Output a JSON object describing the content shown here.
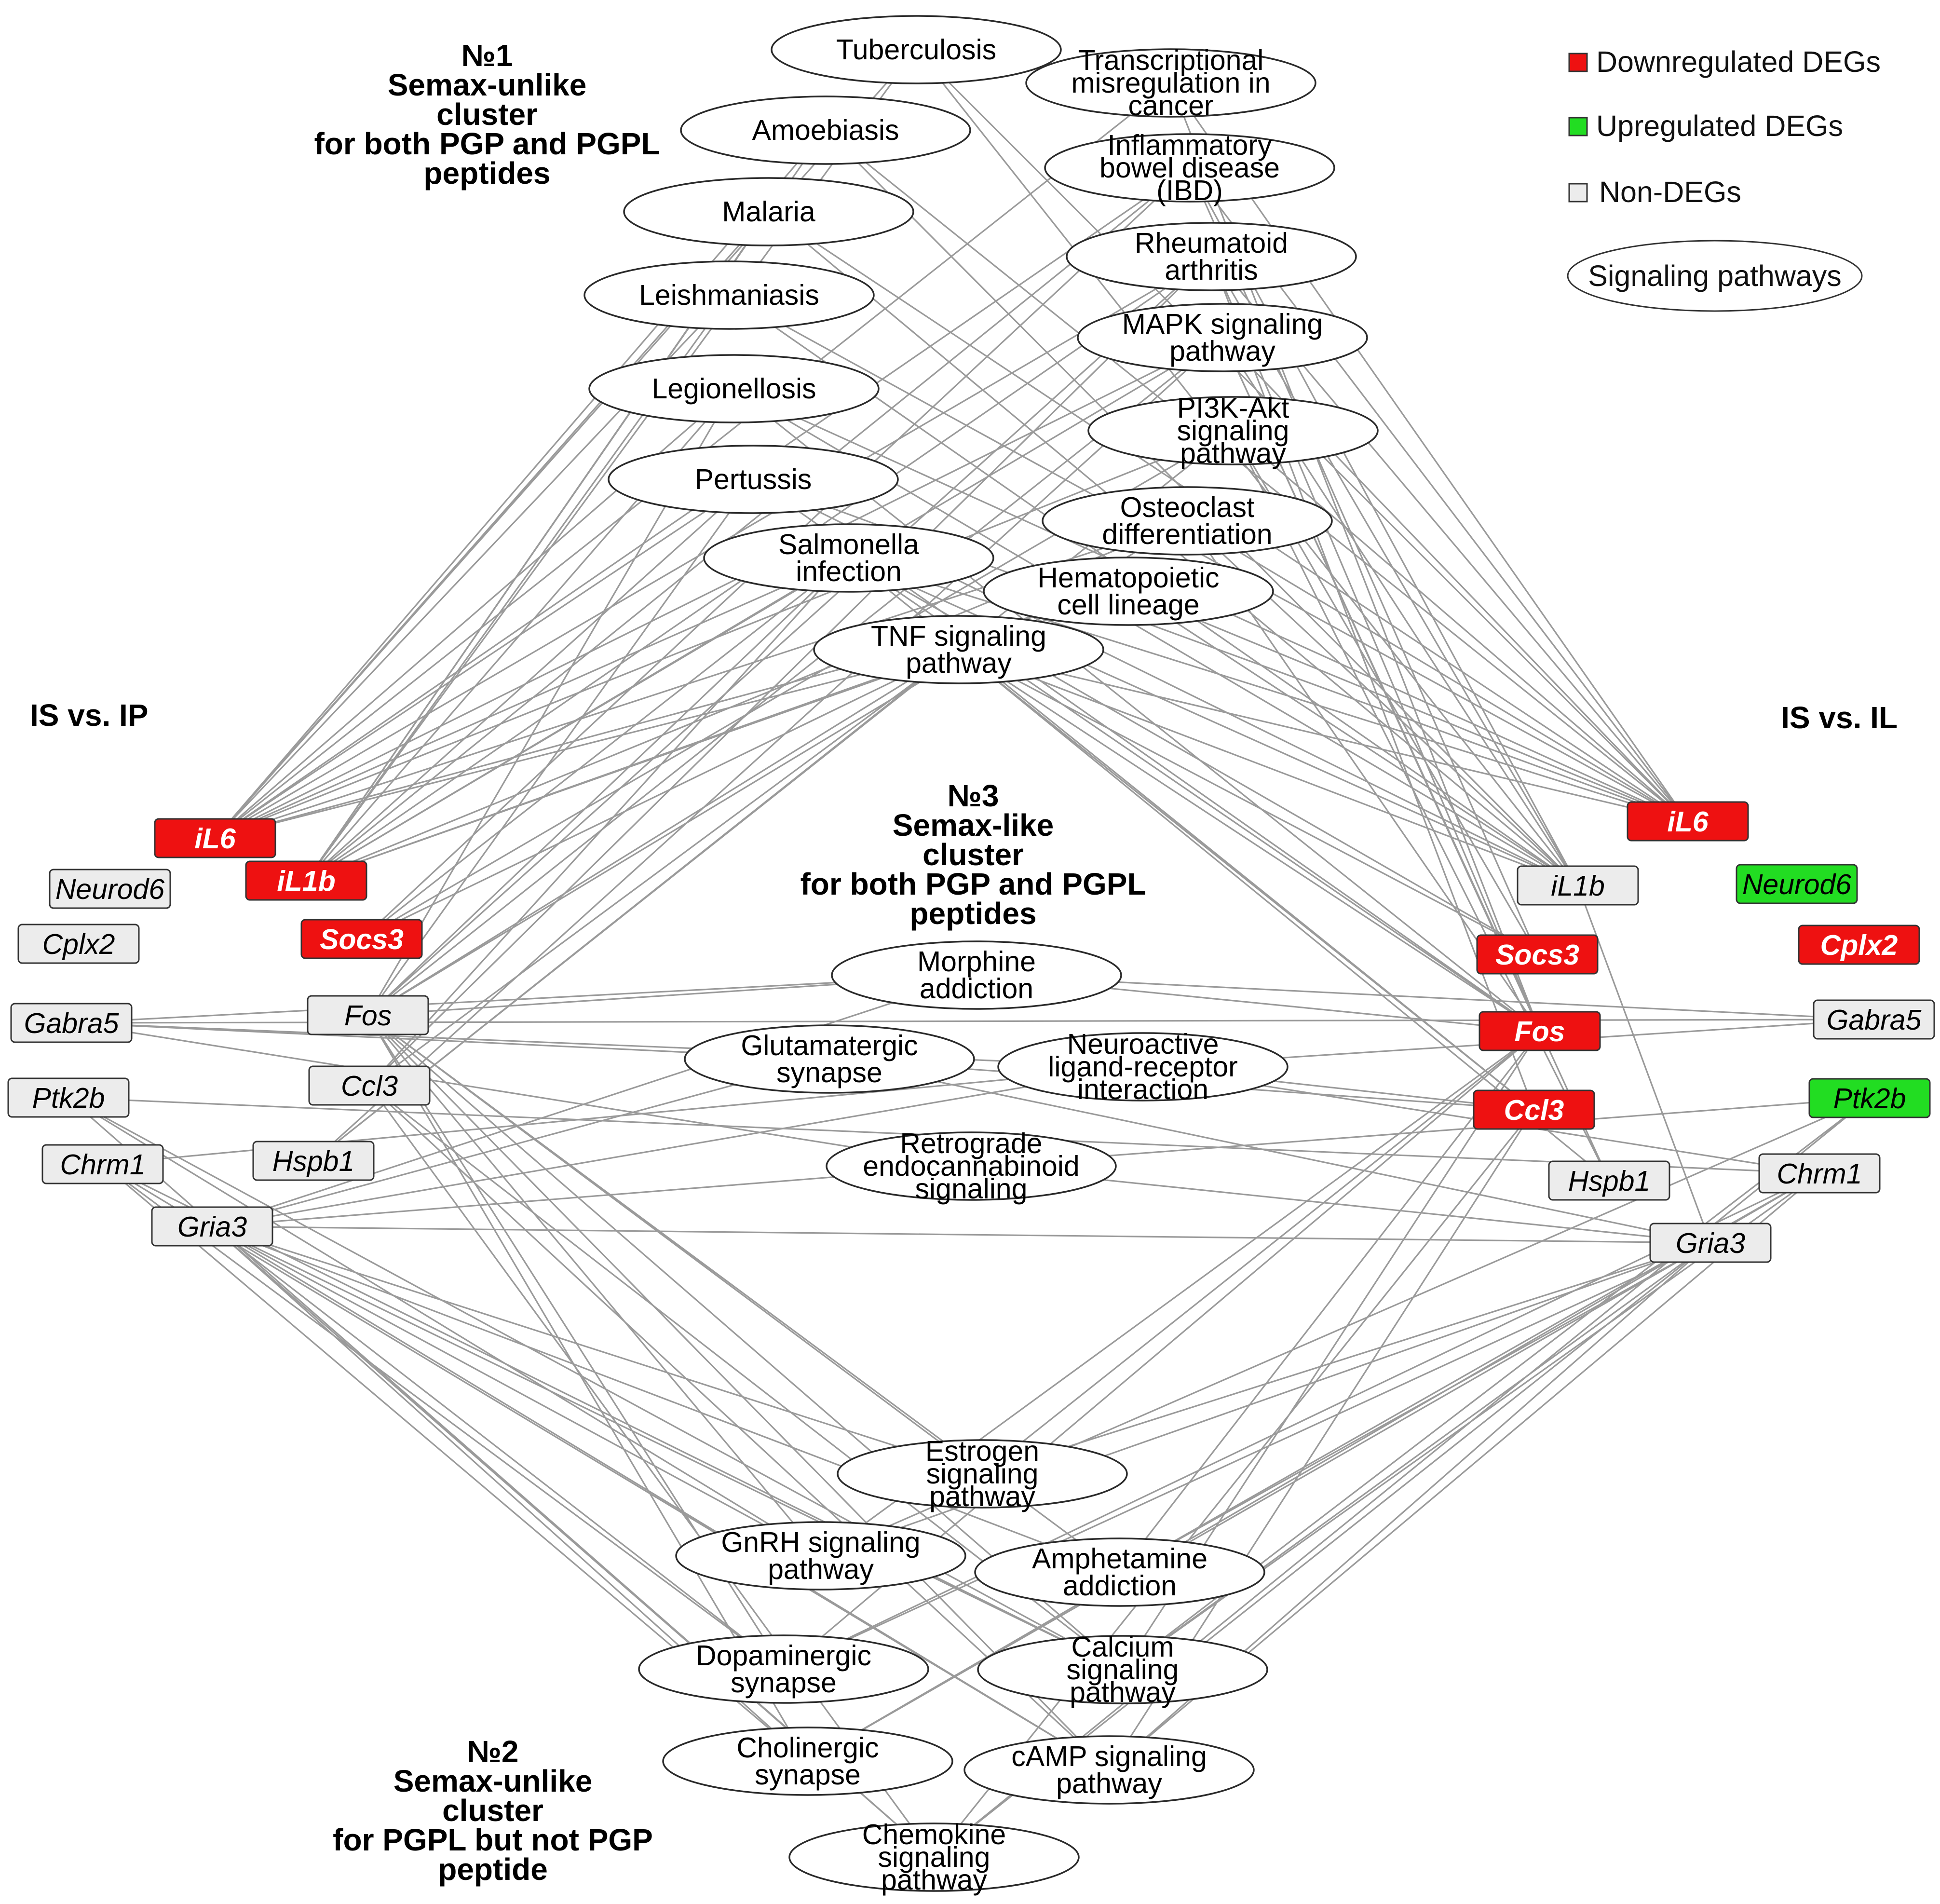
{
  "colors": {
    "down": "#ee1111",
    "up": "#22dd22",
    "non": "#ececec",
    "edge": "#9a9a9a"
  },
  "side_titles": {
    "left": "IS vs. IP",
    "right": "IS vs. IL"
  },
  "clusters": [
    {
      "id": "c1",
      "lines": [
        "№1",
        "Semax-unlike",
        "cluster",
        "for both PGP and PGPL",
        "peptides"
      ]
    },
    {
      "id": "c3",
      "lines": [
        "№3",
        "Semax-like",
        "cluster",
        "for both PGP and PGPL",
        "peptides"
      ]
    },
    {
      "id": "c2",
      "lines": [
        "№2",
        "Semax-unlike",
        "cluster",
        "for PGPL but not PGP",
        "peptide"
      ]
    }
  ],
  "legend": {
    "down": "Downregulated DEGs",
    "up": "Upregulated DEGs",
    "non": "Non-DEGs",
    "pathway": "Signaling pathways"
  },
  "pathways": [
    {
      "id": "tb",
      "lines": [
        "Tuberculosis"
      ]
    },
    {
      "id": "tmc",
      "lines": [
        "Transcriptional",
        "misregulation in",
        "cancer"
      ]
    },
    {
      "id": "amo",
      "lines": [
        "Amoebiasis"
      ]
    },
    {
      "id": "ibd",
      "lines": [
        "Inflammatory",
        "bowel disease",
        "(IBD)"
      ]
    },
    {
      "id": "mal",
      "lines": [
        "Malaria"
      ]
    },
    {
      "id": "ra",
      "lines": [
        "Rheumatoid",
        "arthritis"
      ]
    },
    {
      "id": "lei",
      "lines": [
        "Leishmaniasis"
      ]
    },
    {
      "id": "mapk",
      "lines": [
        "MAPK signaling",
        "pathway"
      ]
    },
    {
      "id": "leg",
      "lines": [
        "Legionellosis"
      ]
    },
    {
      "id": "pi3k",
      "lines": [
        "PI3K-Akt",
        "signaling",
        "pathway"
      ]
    },
    {
      "id": "per",
      "lines": [
        "Pertussis"
      ]
    },
    {
      "id": "ost",
      "lines": [
        "Osteoclast",
        "differentiation"
      ]
    },
    {
      "id": "sal",
      "lines": [
        "Salmonella",
        "infection"
      ]
    },
    {
      "id": "hem",
      "lines": [
        "Hematopoietic",
        "cell lineage"
      ]
    },
    {
      "id": "tnf",
      "lines": [
        "TNF signaling",
        "pathway"
      ]
    },
    {
      "id": "mor",
      "lines": [
        "Morphine",
        "addiction"
      ]
    },
    {
      "id": "glu",
      "lines": [
        "Glutamatergic",
        "synapse"
      ]
    },
    {
      "id": "neu",
      "lines": [
        "Neuroactive",
        "ligand-receptor",
        "interaction"
      ]
    },
    {
      "id": "ret",
      "lines": [
        "Retrograde",
        "endocannabinoid",
        "signaling"
      ]
    },
    {
      "id": "est",
      "lines": [
        "Estrogen",
        "signaling",
        "pathway"
      ]
    },
    {
      "id": "gnrh",
      "lines": [
        "GnRH signaling",
        "pathway"
      ]
    },
    {
      "id": "amp",
      "lines": [
        "Amphetamine",
        "addiction"
      ]
    },
    {
      "id": "dop",
      "lines": [
        "Dopaminergic",
        "synapse"
      ]
    },
    {
      "id": "cal",
      "lines": [
        "Calcium",
        "signaling",
        "pathway"
      ]
    },
    {
      "id": "cho",
      "lines": [
        "Cholinergic",
        "synapse"
      ]
    },
    {
      "id": "camp",
      "lines": [
        "cAMP signaling",
        "pathway"
      ]
    },
    {
      "id": "che",
      "lines": [
        "Chemokine",
        "signaling",
        "pathway"
      ]
    }
  ],
  "genes": [
    {
      "id": "L_il6",
      "label": "iL6",
      "status": "down"
    },
    {
      "id": "L_il1b",
      "label": "iL1b",
      "status": "down"
    },
    {
      "id": "L_neurod6",
      "label": "Neurod6",
      "status": "non"
    },
    {
      "id": "L_cplx2",
      "label": "Cplx2",
      "status": "non"
    },
    {
      "id": "L_socs3",
      "label": "Socs3",
      "status": "down"
    },
    {
      "id": "L_gabra5",
      "label": "Gabra5",
      "status": "non"
    },
    {
      "id": "L_fos",
      "label": "Fos",
      "status": "non"
    },
    {
      "id": "L_ccl3",
      "label": "Ccl3",
      "status": "non"
    },
    {
      "id": "L_ptk2b",
      "label": "Ptk2b",
      "status": "non"
    },
    {
      "id": "L_chrm1",
      "label": "Chrm1",
      "status": "non"
    },
    {
      "id": "L_hspb1",
      "label": "Hspb1",
      "status": "non"
    },
    {
      "id": "L_gria3",
      "label": "Gria3",
      "status": "non"
    },
    {
      "id": "R_il6",
      "label": "iL6",
      "status": "down"
    },
    {
      "id": "R_il1b",
      "label": "iL1b",
      "status": "non"
    },
    {
      "id": "R_neurod6",
      "label": "Neurod6",
      "status": "up"
    },
    {
      "id": "R_socs3",
      "label": "Socs3",
      "status": "down"
    },
    {
      "id": "R_cplx2",
      "label": "Cplx2",
      "status": "down"
    },
    {
      "id": "R_fos",
      "label": "Fos",
      "status": "down"
    },
    {
      "id": "R_gabra5",
      "label": "Gabra5",
      "status": "non"
    },
    {
      "id": "R_ccl3",
      "label": "Ccl3",
      "status": "down"
    },
    {
      "id": "R_ptk2b",
      "label": "Ptk2b",
      "status": "up"
    },
    {
      "id": "R_hspb1",
      "label": "Hspb1",
      "status": "non"
    },
    {
      "id": "R_chrm1",
      "label": "Chrm1",
      "status": "non"
    },
    {
      "id": "R_gria3",
      "label": "Gria3",
      "status": "non"
    }
  ],
  "edges": [
    [
      "L_il6",
      "tb"
    ],
    [
      "L_il6",
      "amo"
    ],
    [
      "L_il6",
      "mal"
    ],
    [
      "L_il6",
      "lei"
    ],
    [
      "L_il6",
      "leg"
    ],
    [
      "L_il6",
      "per"
    ],
    [
      "L_il6",
      "sal"
    ],
    [
      "L_il6",
      "tnf"
    ],
    [
      "L_il6",
      "tmc"
    ],
    [
      "L_il6",
      "ibd"
    ],
    [
      "L_il6",
      "ra"
    ],
    [
      "L_il6",
      "mapk"
    ],
    [
      "L_il6",
      "pi3k"
    ],
    [
      "L_il6",
      "ost"
    ],
    [
      "L_il6",
      "hem"
    ],
    [
      "L_il1b",
      "tb"
    ],
    [
      "L_il1b",
      "amo"
    ],
    [
      "L_il1b",
      "mal"
    ],
    [
      "L_il1b",
      "lei"
    ],
    [
      "L_il1b",
      "leg"
    ],
    [
      "L_il1b",
      "per"
    ],
    [
      "L_il1b",
      "sal"
    ],
    [
      "L_il1b",
      "tnf"
    ],
    [
      "L_il1b",
      "ibd"
    ],
    [
      "L_il1b",
      "ra"
    ],
    [
      "L_il1b",
      "mapk"
    ],
    [
      "L_il1b",
      "ost"
    ],
    [
      "L_il1b",
      "hem"
    ],
    [
      "L_socs3",
      "tnf"
    ],
    [
      "L_socs3",
      "ibd"
    ],
    [
      "L_socs3",
      "pi3k"
    ],
    [
      "L_socs3",
      "sal"
    ],
    [
      "L_fos",
      "tnf"
    ],
    [
      "L_fos",
      "sal"
    ],
    [
      "L_fos",
      "ost"
    ],
    [
      "L_fos",
      "ra"
    ],
    [
      "L_fos",
      "mapk"
    ],
    [
      "L_fos",
      "leg"
    ],
    [
      "L_fos",
      "per"
    ],
    [
      "L_fos",
      "est"
    ],
    [
      "L_fos",
      "gnrh"
    ],
    [
      "L_fos",
      "amp"
    ],
    [
      "L_fos",
      "dop"
    ],
    [
      "L_fos",
      "cho"
    ],
    [
      "L_fos",
      "cal"
    ],
    [
      "L_fos",
      "camp"
    ],
    [
      "L_fos",
      "mor"
    ],
    [
      "L_ccl3",
      "tnf"
    ],
    [
      "L_ccl3",
      "sal"
    ],
    [
      "L_ccl3",
      "ra"
    ],
    [
      "L_ccl3",
      "che"
    ],
    [
      "L_ccl3",
      "camp"
    ],
    [
      "L_ccl3",
      "cal"
    ],
    [
      "L_hspb1",
      "mapk"
    ],
    [
      "L_hspb1",
      "pi3k"
    ],
    [
      "L_hspb1",
      "tnf"
    ],
    [
      "L_gabra5",
      "mor"
    ],
    [
      "L_gabra5",
      "glu"
    ],
    [
      "L_gabra5",
      "neu"
    ],
    [
      "L_gabra5",
      "ret"
    ],
    [
      "L_gabra5",
      "R_gabra5"
    ],
    [
      "L_gria3",
      "glu"
    ],
    [
      "L_gria3",
      "ret"
    ],
    [
      "L_gria3",
      "neu"
    ],
    [
      "L_gria3",
      "est"
    ],
    [
      "L_gria3",
      "gnrh"
    ],
    [
      "L_gria3",
      "amp"
    ],
    [
      "L_gria3",
      "dop"
    ],
    [
      "L_gria3",
      "cho"
    ],
    [
      "L_gria3",
      "cal"
    ],
    [
      "L_gria3",
      "camp"
    ],
    [
      "L_gria3",
      "che"
    ],
    [
      "L_gria3",
      "R_gria3"
    ],
    [
      "L_gria3",
      "mor"
    ],
    [
      "L_chrm1",
      "neu"
    ],
    [
      "L_chrm1",
      "cho"
    ],
    [
      "L_chrm1",
      "cal"
    ],
    [
      "L_chrm1",
      "camp"
    ],
    [
      "L_chrm1",
      "dop"
    ],
    [
      "L_ptk2b",
      "gnrh"
    ],
    [
      "L_ptk2b",
      "che"
    ],
    [
      "L_ptk2b",
      "cal"
    ],
    [
      "L_ptk2b",
      "R_chrm1"
    ],
    [
      "R_il6",
      "tb"
    ],
    [
      "R_il6",
      "amo"
    ],
    [
      "R_il6",
      "mal"
    ],
    [
      "R_il6",
      "lei"
    ],
    [
      "R_il6",
      "leg"
    ],
    [
      "R_il6",
      "per"
    ],
    [
      "R_il6",
      "sal"
    ],
    [
      "R_il6",
      "tnf"
    ],
    [
      "R_il6",
      "tmc"
    ],
    [
      "R_il6",
      "ibd"
    ],
    [
      "R_il6",
      "ra"
    ],
    [
      "R_il6",
      "mapk"
    ],
    [
      "R_il6",
      "pi3k"
    ],
    [
      "R_il6",
      "ost"
    ],
    [
      "R_il6",
      "hem"
    ],
    [
      "R_il1b",
      "tb"
    ],
    [
      "R_il1b",
      "amo"
    ],
    [
      "R_il1b",
      "mal"
    ],
    [
      "R_il1b",
      "lei"
    ],
    [
      "R_il1b",
      "leg"
    ],
    [
      "R_il1b",
      "per"
    ],
    [
      "R_il1b",
      "sal"
    ],
    [
      "R_il1b",
      "tnf"
    ],
    [
      "R_il1b",
      "ibd"
    ],
    [
      "R_il1b",
      "ra"
    ],
    [
      "R_il1b",
      "mapk"
    ],
    [
      "R_il1b",
      "ost"
    ],
    [
      "R_il1b",
      "hem"
    ],
    [
      "R_il1b",
      "R_gria3"
    ],
    [
      "R_socs3",
      "tnf"
    ],
    [
      "R_socs3",
      "ibd"
    ],
    [
      "R_socs3",
      "pi3k"
    ],
    [
      "R_socs3",
      "sal"
    ],
    [
      "R_fos",
      "tnf"
    ],
    [
      "R_fos",
      "sal"
    ],
    [
      "R_fos",
      "ost"
    ],
    [
      "R_fos",
      "ra"
    ],
    [
      "R_fos",
      "mapk"
    ],
    [
      "R_fos",
      "leg"
    ],
    [
      "R_fos",
      "per"
    ],
    [
      "R_fos",
      "est"
    ],
    [
      "R_fos",
      "gnrh"
    ],
    [
      "R_fos",
      "amp"
    ],
    [
      "R_fos",
      "dop"
    ],
    [
      "R_fos",
      "cal"
    ],
    [
      "R_fos",
      "mor"
    ],
    [
      "R_fos",
      "tmc"
    ],
    [
      "R_ccl3",
      "tnf"
    ],
    [
      "R_ccl3",
      "sal"
    ],
    [
      "R_ccl3",
      "ra"
    ],
    [
      "R_ccl3",
      "che"
    ],
    [
      "R_ccl3",
      "camp"
    ],
    [
      "R_ccl3",
      "glu"
    ],
    [
      "R_ccl3",
      "neu"
    ],
    [
      "R_hspb1",
      "mapk"
    ],
    [
      "R_hspb1",
      "pi3k"
    ],
    [
      "R_hspb1",
      "tnf"
    ],
    [
      "R_gabra5",
      "mor"
    ],
    [
      "R_gabra5",
      "neu"
    ],
    [
      "R_gria3",
      "glu"
    ],
    [
      "R_gria3",
      "ret"
    ],
    [
      "R_gria3",
      "est"
    ],
    [
      "R_gria3",
      "gnrh"
    ],
    [
      "R_gria3",
      "amp"
    ],
    [
      "R_gria3",
      "dop"
    ],
    [
      "R_gria3",
      "cho"
    ],
    [
      "R_gria3",
      "cal"
    ],
    [
      "R_gria3",
      "camp"
    ],
    [
      "R_gria3",
      "che"
    ],
    [
      "R_chrm1",
      "neu"
    ],
    [
      "R_chrm1",
      "cho"
    ],
    [
      "R_chrm1",
      "cal"
    ],
    [
      "R_chrm1",
      "camp"
    ],
    [
      "R_chrm1",
      "dop"
    ],
    [
      "R_chrm1",
      "amp"
    ],
    [
      "R_ptk2b",
      "gnrh"
    ],
    [
      "R_ptk2b",
      "che"
    ],
    [
      "R_ptk2b",
      "cal"
    ],
    [
      "R_ptk2b",
      "ret"
    ]
  ]
}
